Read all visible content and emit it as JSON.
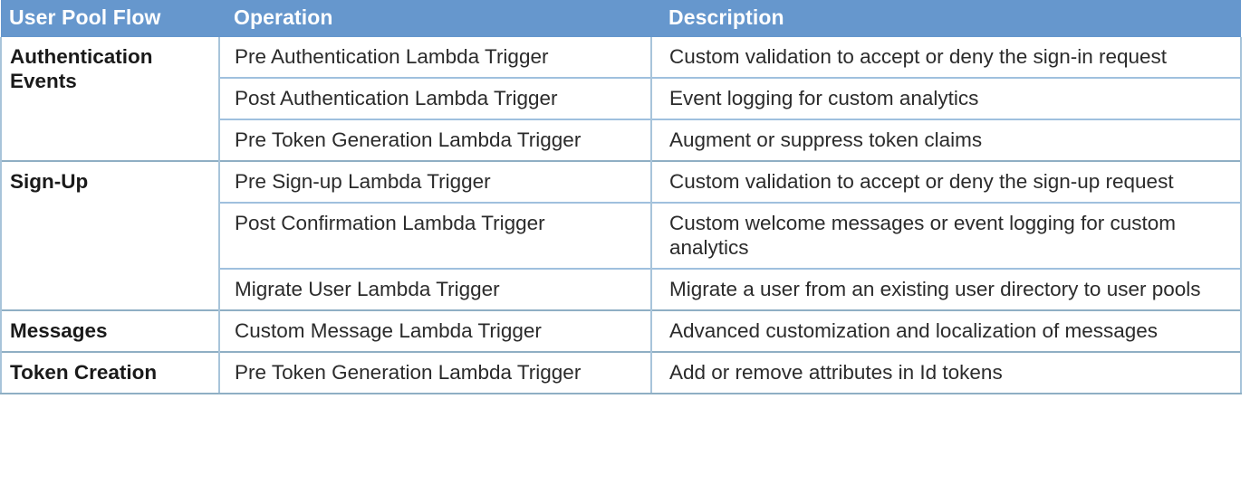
{
  "table": {
    "name": "cognito-user-pool-lambda-triggers",
    "accent_header_bg": "#6697CD",
    "header_text_color": "#FFFFFF",
    "border_color": "#9FC0DE",
    "group_border_color": "#8FAFC4",
    "body_text_color": "#2B2B2B",
    "columns": [
      {
        "key": "flow",
        "label": "User Pool Flow"
      },
      {
        "key": "operation",
        "label": "Operation"
      },
      {
        "key": "description",
        "label": "Description"
      }
    ],
    "rows": [
      {
        "flow": "Authentication Events",
        "operation": "Pre Authentication Lambda Trigger",
        "description": "Custom validation to accept or deny the sign-in request",
        "group_start": true,
        "flow_rowspan": 3
      },
      {
        "flow": "",
        "operation": "Post Authentication Lambda Trigger",
        "description": "Event logging for custom analytics",
        "group_start": false
      },
      {
        "flow": "",
        "operation": "Pre Token Generation Lambda Trigger",
        "description": "Augment or suppress token claims",
        "group_start": false
      },
      {
        "flow": "Sign-Up",
        "operation": "Pre Sign-up Lambda Trigger",
        "description": "Custom validation to accept or deny the sign-up request",
        "group_start": true,
        "flow_rowspan": 3
      },
      {
        "flow": "",
        "operation": "Post Confirmation Lambda Trigger",
        "description": "Custom welcome messages or event logging for custom analytics",
        "group_start": false
      },
      {
        "flow": "",
        "operation": "Migrate User Lambda Trigger",
        "description": "Migrate a user from an existing user directory to user pools",
        "group_start": false
      },
      {
        "flow": "Messages",
        "operation": "Custom Message Lambda Trigger",
        "description": "Advanced customization and localization of messages",
        "group_start": true,
        "flow_rowspan": 1
      },
      {
        "flow": "Token Creation",
        "operation": "Pre Token Generation Lambda Trigger",
        "description": "Add or remove attributes in Id tokens",
        "group_start": true,
        "flow_rowspan": 1
      }
    ]
  }
}
